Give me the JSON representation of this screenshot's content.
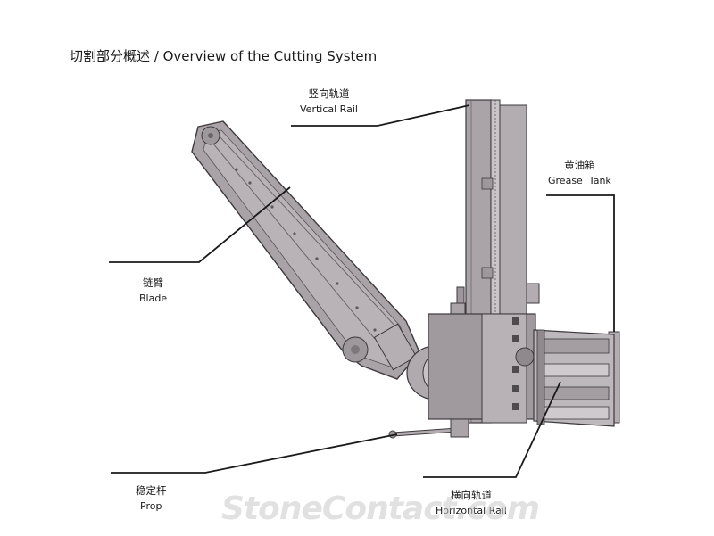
{
  "title": "切割部分概述 / Overview of the Cutting System",
  "labels": {
    "vertical_rail": {
      "zh": "竖向轨道",
      "en": "Vertical Rail"
    },
    "grease_tank": {
      "zh": "黄油箱",
      "en": "Grease  Tank"
    },
    "blade": {
      "zh": "链臂",
      "en": "Blade"
    },
    "prop": {
      "zh": "稳定杆",
      "en": "Prop"
    },
    "horizontal_rail": {
      "zh": "横向轨道",
      "en": "Horizontal Rail"
    }
  },
  "watermark": "StoneContact.com",
  "colors": {
    "metal": "#a9a3a8",
    "metal_dark": "#7d767b",
    "metal_light": "#cfcacd",
    "line": "#1a1a1a"
  }
}
